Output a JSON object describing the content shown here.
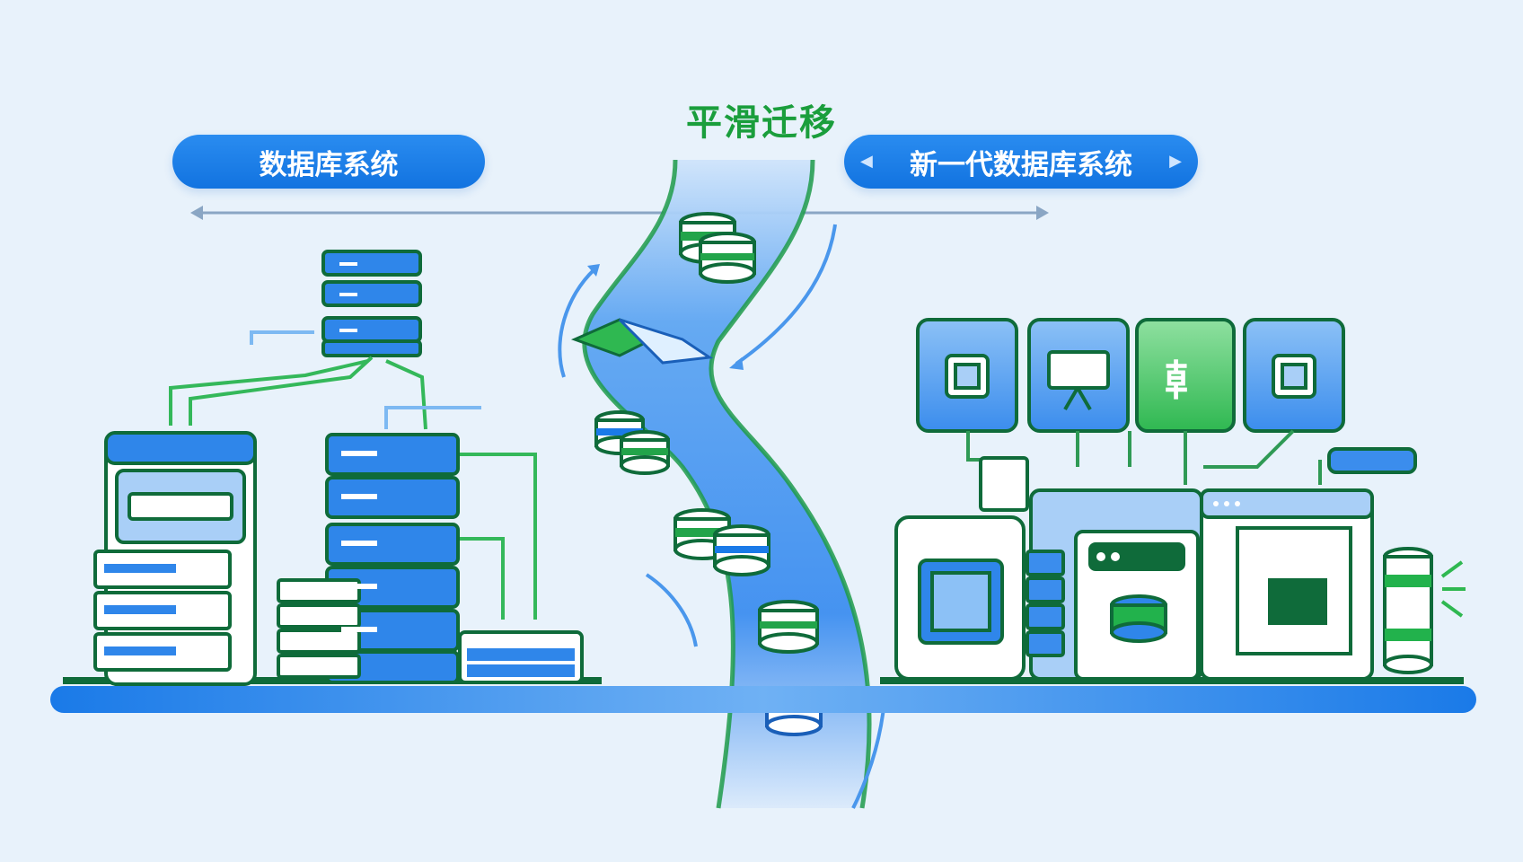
{
  "diagram": {
    "title": "平滑迁移",
    "left_label": "数据库系统",
    "right_label": "新一代数据库系统",
    "right_label_prev_arrow": "◀",
    "right_label_next_arrow": "▶",
    "module_glyph": "龺"
  },
  "colors": {
    "background": "#e8f2fb",
    "primary_blue": "#1a7ae8",
    "dark_green": "#0f6b3a",
    "bright_green": "#22b24c",
    "title_green": "#1a9e3c"
  }
}
